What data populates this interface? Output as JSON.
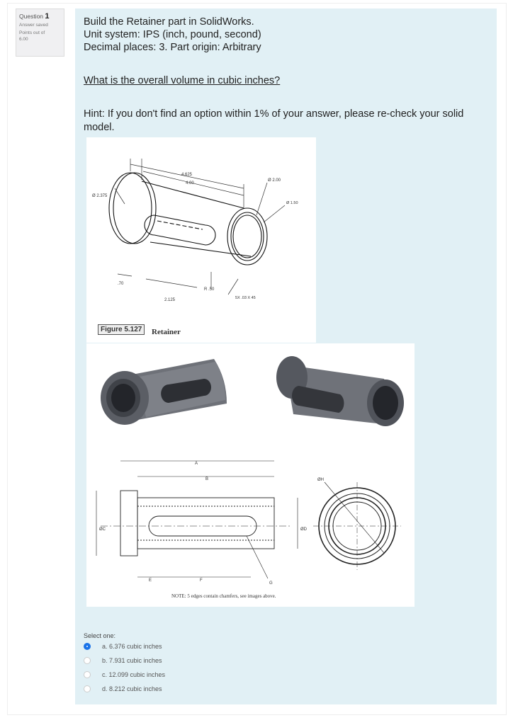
{
  "question_info": {
    "question_label": "Question",
    "question_number": "1",
    "status": "Answer saved",
    "points_label": "Points out of",
    "points_value": "6.00"
  },
  "question": {
    "line1": "Build the Retainer part in SolidWorks.",
    "line2": "Unit system: IPS (inch, pound, second)",
    "line3": "Decimal places: 3. Part origin: Arbitrary",
    "prompt": "What is the overall volume in cubic inches?",
    "hint": "Hint: If you don't find an option within 1% of your answer, please re-check your solid model."
  },
  "figure1": {
    "caption": "Figure 5.127",
    "title": "Retainer",
    "dims": {
      "d_flange": "Ø 2.375",
      "len_overall": "4.625",
      "len_body": "4.00",
      "d_outer": "Ø 2.00",
      "d_inner": "Ø 1.50",
      "flange_thk": ".70",
      "slot_len": "2.125",
      "slot_radius": "R .50",
      "chamfer": "5X .03 X 45"
    }
  },
  "figure2": {
    "labels": {
      "a": "A",
      "b": "B",
      "c": "ØC",
      "d": "ØD",
      "e": "E",
      "f": "F",
      "g": "G",
      "h": "ØH"
    },
    "note": "NOTE: 5 edges contain chamfers, see images above."
  },
  "answers": {
    "select_label": "Select one:",
    "options": [
      {
        "label": "a. 6.376 cubic inches",
        "selected": true
      },
      {
        "label": "b. 7.931 cubic inches",
        "selected": false
      },
      {
        "label": "c. 12.099 cubic inches",
        "selected": false
      },
      {
        "label": "d. 8.212 cubic inches",
        "selected": false
      }
    ]
  },
  "colors": {
    "panel_bg": "#e1f0f5",
    "radio_selected": "#1a73e8"
  }
}
